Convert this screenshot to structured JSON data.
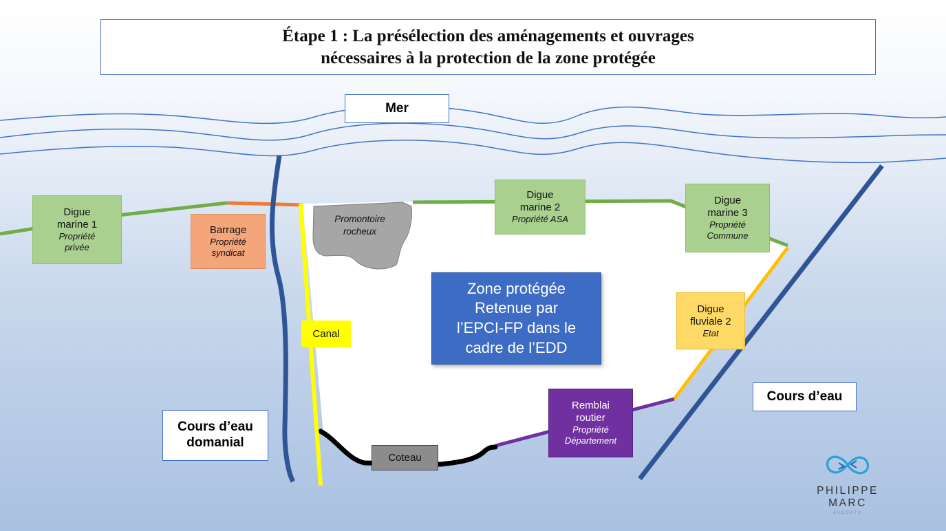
{
  "title": {
    "line1": "Étape 1 : La présélection des aménagements et ouvrages",
    "line2": "nécessaires à la protection de la zone protégée"
  },
  "sea_label": "Mer",
  "river_left_label": {
    "line1": "Cours d’eau",
    "line2": "domanial"
  },
  "river_right_label": "Cours d’eau",
  "zone": {
    "line1": "Zone protégée",
    "line2": "Retenue par",
    "line3": "l’EPCI-FP dans le",
    "line4": "cadre de l’EDD"
  },
  "promontoire": {
    "line1": "Promontoire",
    "line2": "rocheux"
  },
  "canal": "Canal",
  "coteau": "Coteau",
  "digue_marine_1": {
    "line1": "Digue",
    "line2": "marine 1",
    "owner1": "Propriété",
    "owner2": "privée"
  },
  "barrage": {
    "line1": "Barrage",
    "owner1": "Propriété",
    "owner2": "syndicat"
  },
  "digue_marine_2": {
    "line1": "Digue",
    "line2": "marine 2",
    "owner": "Propriété ASA"
  },
  "digue_marine_3": {
    "line1": "Digue",
    "line2": "marine 3",
    "owner1": "Propriété",
    "owner2": "Commune"
  },
  "digue_fluviale_2": {
    "line1": "Digue",
    "line2": "fluviale 2",
    "owner": "Etat"
  },
  "remblai": {
    "line1": "Remblai",
    "line2": "routier",
    "owner1": "Propriété",
    "owner2": "Département"
  },
  "logo": {
    "name": "PHILIPPE MARC",
    "sub": "AVOCATS"
  },
  "colors": {
    "sea_lines": "#4472c4",
    "river": "#2f5597",
    "digue_marine": "#70ad47",
    "barrage": "#ed7d31",
    "canal": "#ffff00",
    "digue_fluviale": "#ffc000",
    "remblai": "#7030a0",
    "coteau": "#000000",
    "zone": "#3d6cc4"
  }
}
